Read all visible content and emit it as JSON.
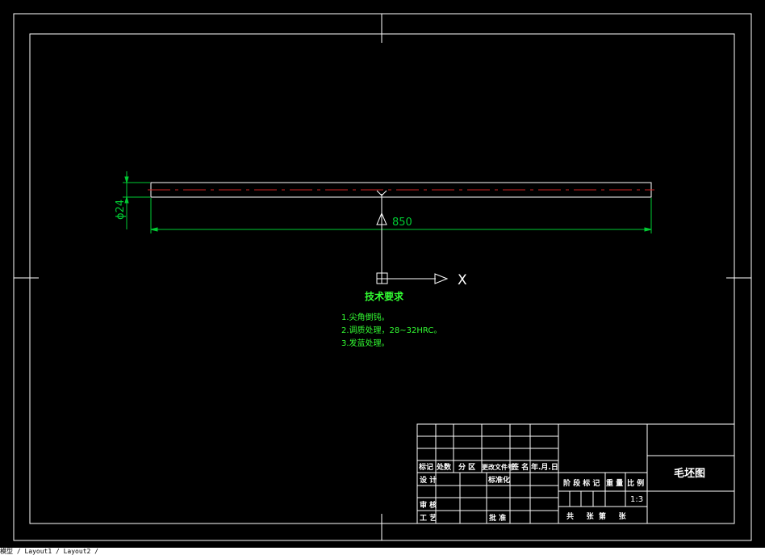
{
  "colors": {
    "background": "#000000",
    "frame": "#ffffff",
    "dimension": "#00cc33",
    "centerline": "#cc2222",
    "notes": "#33ff33",
    "ucs": "#ffffff"
  },
  "part": {
    "diameter_label": "ϕ24",
    "length_label": "850"
  },
  "ucs": {
    "x_label": "X"
  },
  "notes": {
    "heading": "技术要求",
    "items": [
      "1.尖角倒钝。",
      "2.调质处理，28~32HRC。",
      "3.发蓝处理。"
    ]
  },
  "title_block": {
    "drawing_name": "毛坯图",
    "scale": "1:3",
    "labels": {
      "mark": "标记",
      "count": "处数",
      "zone": "分 区",
      "change_doc": "更改文件号",
      "signature": "签 名",
      "date": "年.月.日",
      "design": "设 计",
      "standardize": "标准化",
      "stage_mark": "阶 段 标 记",
      "weight": "重 量",
      "ratio": "比 例",
      "review": "审 核",
      "process": "工 艺",
      "approve": "批 准",
      "sheets": "共     张  第     张"
    }
  },
  "status_bar": {
    "text": "模型 / Layout1 / Layout2 /"
  }
}
